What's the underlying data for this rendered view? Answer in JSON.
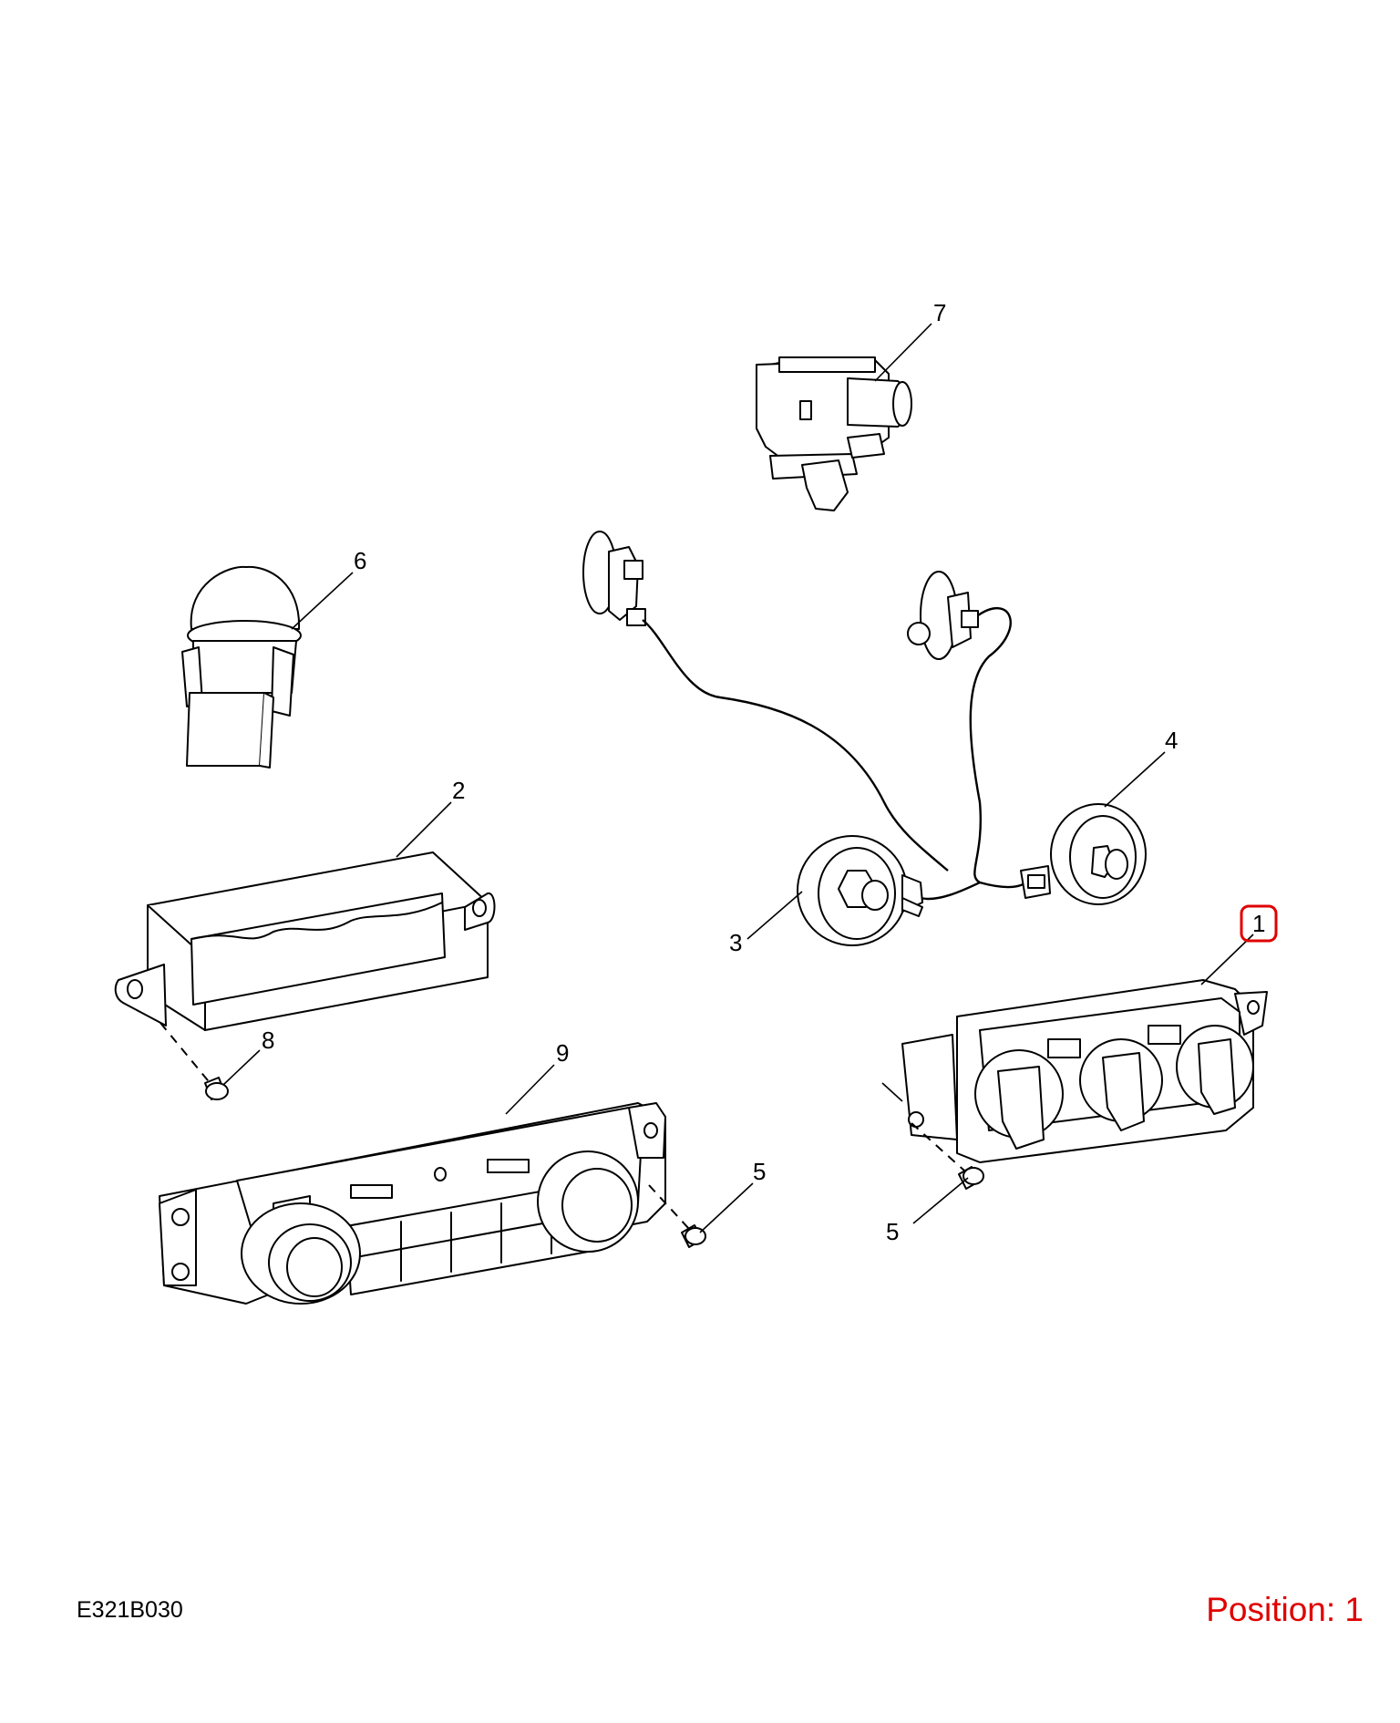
{
  "diagram_code": "E321B030",
  "position": {
    "label": "Position: 1",
    "highlighted_callout": "1",
    "highlight_color": "#e00000"
  },
  "callouts": [
    "7",
    "6",
    "2",
    "4",
    "3",
    "1",
    "8",
    "9",
    "5",
    "5"
  ],
  "parts": [
    {
      "number": "1",
      "description": "control-panel-three-knob"
    },
    {
      "number": "2",
      "description": "switch-module"
    },
    {
      "number": "3",
      "description": "speaker"
    },
    {
      "number": "4",
      "description": "speaker"
    },
    {
      "number": "5",
      "description": "screw"
    },
    {
      "number": "6",
      "description": "sensor"
    },
    {
      "number": "7",
      "description": "actuator"
    },
    {
      "number": "8",
      "description": "screw"
    },
    {
      "number": "9",
      "description": "control-panel-two-knob"
    }
  ]
}
